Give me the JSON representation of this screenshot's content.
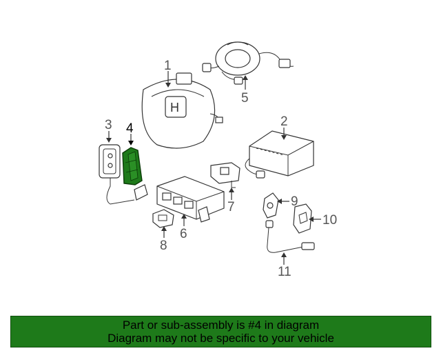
{
  "diagram": {
    "highlight_color": "#1e7a1a",
    "highlighted_part": "4",
    "callouts": {
      "c1": "1",
      "c2": "2",
      "c3": "3",
      "c4": "4",
      "c5": "5",
      "c6": "6",
      "c7": "7",
      "c8": "8",
      "c9": "9",
      "c10": "10",
      "c11": "11"
    }
  },
  "banner": {
    "line1": "Part or sub-assembly is #4 in diagram",
    "line2": "Diagram may not be specific to your vehicle",
    "background": "#1e7a1a"
  }
}
